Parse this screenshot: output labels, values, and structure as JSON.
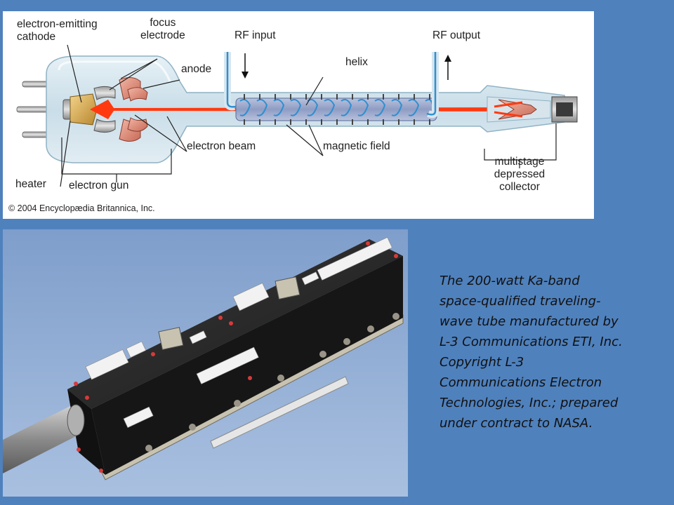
{
  "diagram": {
    "labels": {
      "cathode": "electron-emitting\ncathode",
      "focus_electrode": "focus\nelectrode",
      "anode": "anode",
      "rf_input": "RF input",
      "helix": "helix",
      "rf_output": "RF output",
      "electron_beam": "electron beam",
      "magnetic_field": "magnetic field",
      "collector": "multistage\ndepressed\ncollector",
      "heater": "heater",
      "electron_gun": "electron gun"
    },
    "copyright": "© 2004 Encyclopædia Britannica, Inc."
  },
  "caption": "The 200-watt Ka-band space-qualified traveling-wave tube manufactured by L-3 Communications ETI, Inc. Copyright L-3 Communications Electron Technologies, Inc.; prepared under contract to NASA.",
  "colors": {
    "background": "#4f81bd",
    "beam": "#ff3a10",
    "helix": "#2f8fd0",
    "tube_glass": "#cfe3ec"
  }
}
